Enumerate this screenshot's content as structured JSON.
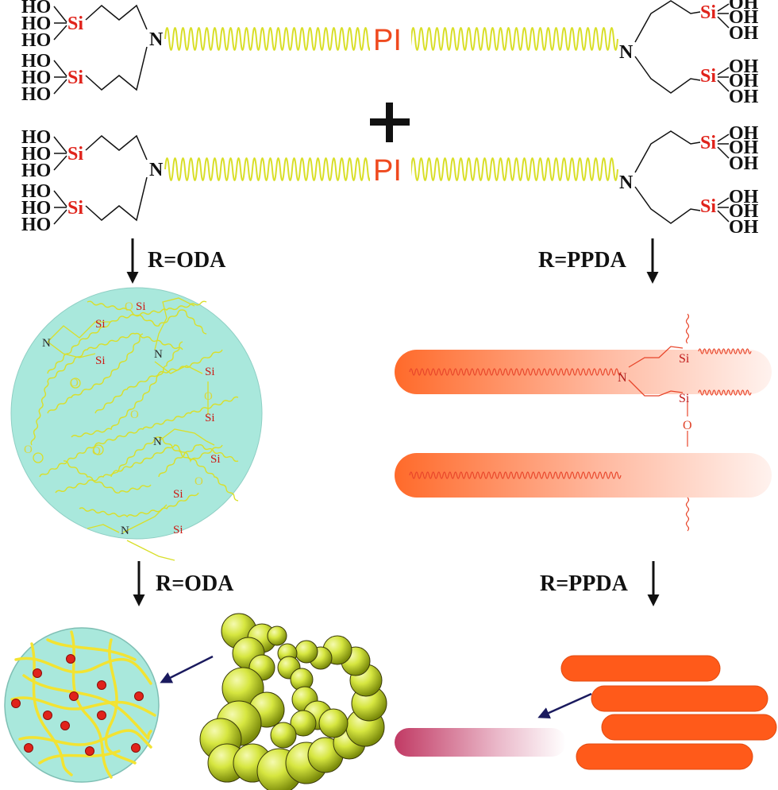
{
  "labels": {
    "ho": "HO",
    "oh": "OH",
    "si": "Si",
    "n": "N",
    "o": "O",
    "pi": "PI",
    "plus": "+",
    "r_oda": "R=ODA",
    "r_ppda": "R=PPDA"
  },
  "colors": {
    "chain_yellow": "#d9df2a",
    "si_red": "#e0231b",
    "pi_orange": "#ef4a1f",
    "circle_fill": "#a9e8dc",
    "rod_orange": "#ff5a1a",
    "rod_pink": "#c8406a",
    "arrow_navy": "#1a1a5e"
  }
}
